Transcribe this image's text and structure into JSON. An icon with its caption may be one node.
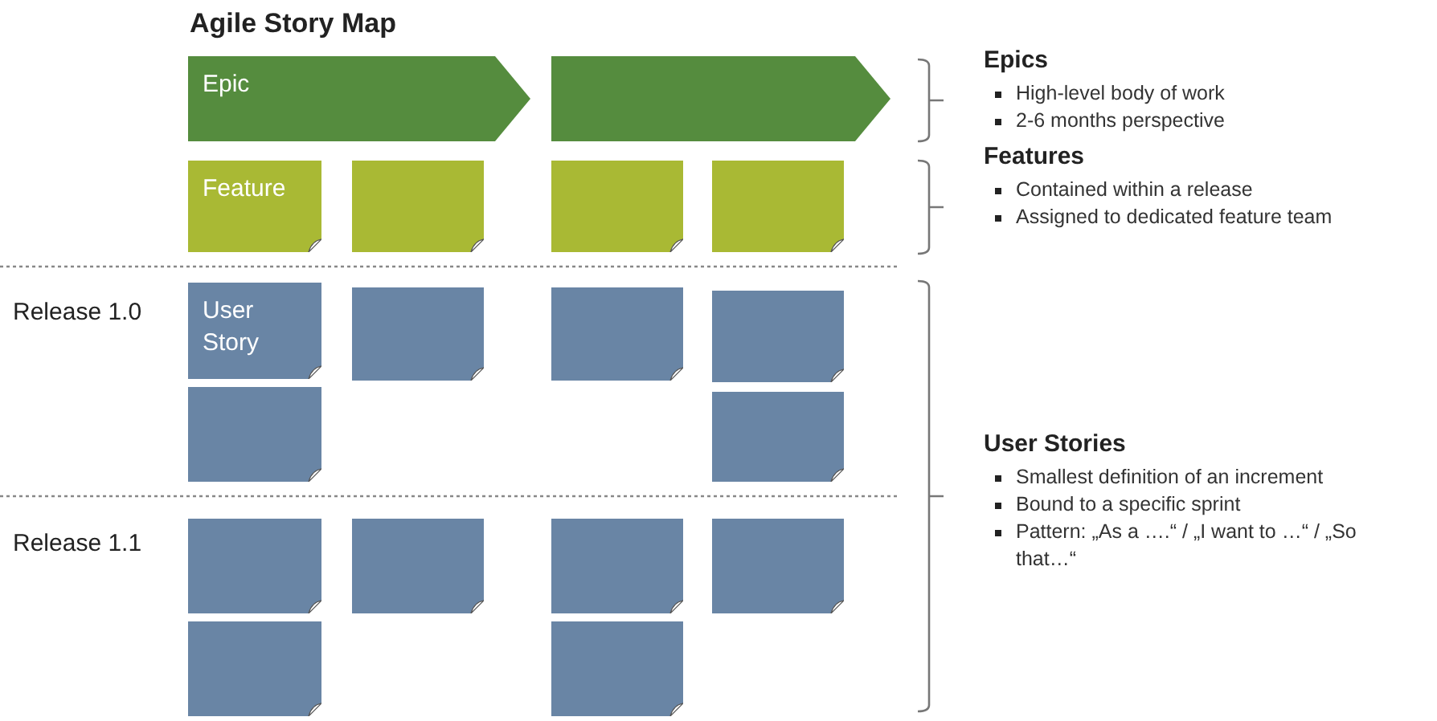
{
  "diagram": {
    "title": "Agile Story Map",
    "nodes": [
      {
        "text": [
          "Epic"
        ]
      },
      {
        "text": [],
        "shape": "arrow"
      },
      {
        "text": [
          "Feature"
        ]
      },
      {
        "text": [],
        "shape": "note"
      },
      {
        "text": [],
        "shape": "note"
      },
      {
        "text": [],
        "shape": "note"
      },
      {
        "text": [
          "User Story"
        ]
      },
      {
        "text": [],
        "shape": "note"
      },
      {
        "text": [],
        "shape": "note"
      },
      {
        "text": [],
        "shape": "note"
      },
      {
        "text": [],
        "shape": "note"
      },
      {
        "text": [],
        "shape": "note"
      },
      {
        "text": [],
        "shape": "note"
      },
      {
        "text": [],
        "shape": "note"
      },
      {
        "text": [],
        "shape": "note"
      },
      {
        "text": [],
        "shape": "note"
      },
      {
        "text": [],
        "shape": "note"
      },
      {
        "text": [],
        "shape": "note"
      }
    ],
    "labels": [
      "Release 1.0",
      "Release 1.1",
      "Epics",
      "High-level body of work",
      "2-6 months perspective",
      "Features",
      "Contained within a release",
      "Assigned to dedicated feature team",
      "User Stories",
      "Smallest definition of an increment",
      "Bound to a specific sprint",
      "Pattern: „As a ….“ / „I want to …“ / „So that…“"
    ]
  }
}
